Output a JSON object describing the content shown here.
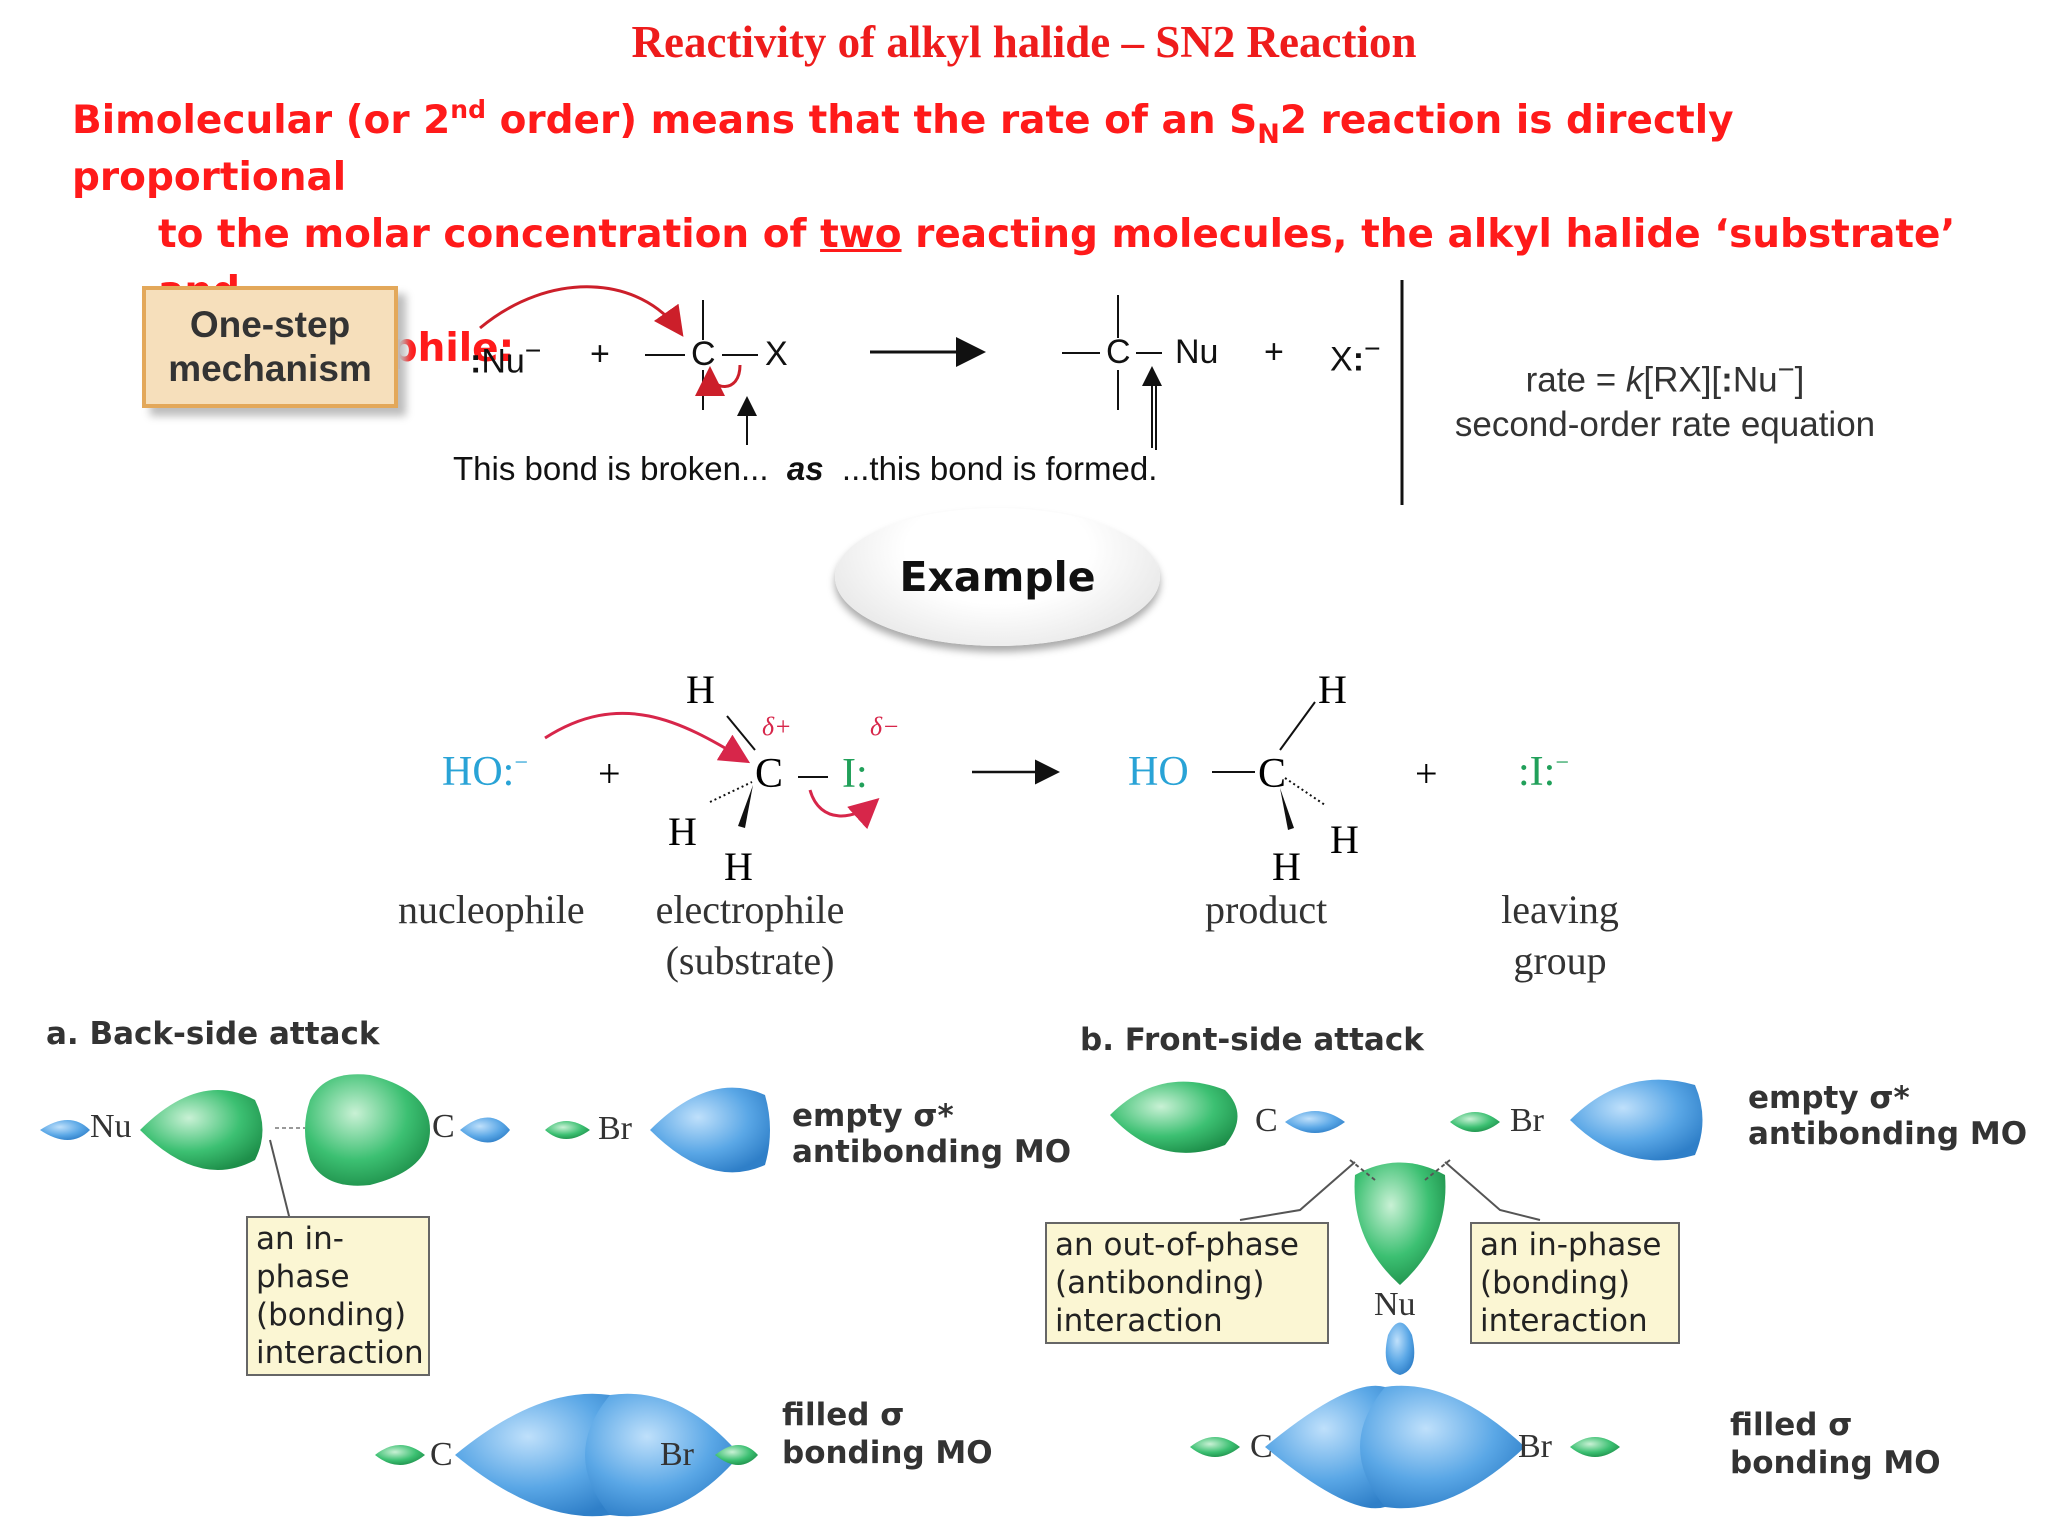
{
  "title": "Reactivity of alkyl halide – SN2 Reaction",
  "intro": {
    "p1": "Bimolecular (or 2",
    "sup": "nd",
    "p2": " order) means that the rate of an S",
    "sub": "N",
    "p3": "2 reaction is directly proportional",
    "p4": "to the molar concentration of ",
    "underlined": "two",
    "p5": " reacting molecules, the alkyl halide ‘substrate’ and",
    "p6": "the nucleophile:"
  },
  "mechanism": {
    "box": [
      "One-step",
      "mechanism"
    ],
    "nu": "Nu",
    "plus1": "+",
    "c1": "C",
    "x": "X",
    "c2": "C",
    "nu2": "Nu",
    "plus2": "+",
    "x2": "X",
    "broken": "This bond is broken...",
    "as": "as",
    "formed": "...this bond is formed.",
    "rate_prefix": "rate  =  ",
    "rate_k": "k",
    "rate_rest": "[RX][",
    "rate_nu": "Nu",
    "rate_end": "]",
    "rate_desc": "second-order rate equation"
  },
  "example": {
    "pill": "Example",
    "ho": "HO",
    "plus1": "+",
    "plus2": "+",
    "h": "H",
    "c": "C",
    "i": "I",
    "delta_plus": "δ+",
    "delta_minus": "δ−",
    "labels": {
      "nucleophile": "nucleophile",
      "electrophile": "electrophile",
      "substrate": "(substrate)",
      "product": "product",
      "leaving1": "leaving",
      "leaving2": "group"
    }
  },
  "orbitals": {
    "a_title": "a. Back-side attack",
    "b_title": "b. Front-side attack",
    "nu": "Nu",
    "c": "C",
    "br": "Br",
    "empty1": "empty σ*",
    "empty2": "antibonding MO",
    "filled1": "filled σ",
    "filled2": "bonding MO",
    "inphase": [
      "an in-phase",
      "(bonding)",
      "interaction"
    ],
    "outphase": [
      "an out-of-phase",
      "(antibonding)",
      "interaction"
    ]
  },
  "colors": {
    "red": "#ff1a1a",
    "blue_orbital": "#4d9fe0",
    "green_orbital": "#2fb36a",
    "reagent_blue": "#29a3d6",
    "halide_green": "#21a05a",
    "arrow_red": "#d7264a"
  }
}
